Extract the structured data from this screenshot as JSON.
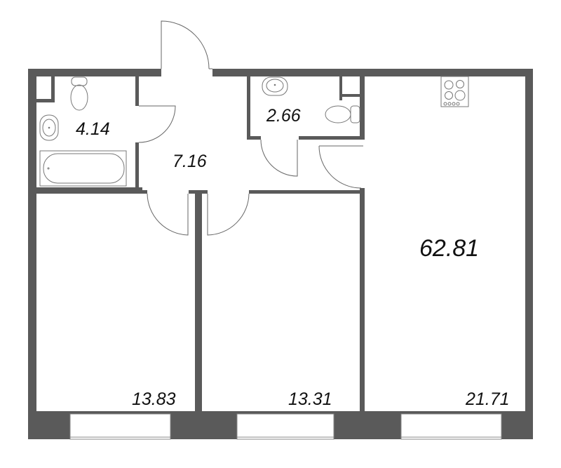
{
  "plan": {
    "total_area": "62.81",
    "rooms": [
      {
        "id": "bathroom",
        "area": "4.14"
      },
      {
        "id": "hallway",
        "area": "7.16"
      },
      {
        "id": "toilet",
        "area": "2.66"
      },
      {
        "id": "bedroom-left",
        "area": "13.83"
      },
      {
        "id": "bedroom-middle",
        "area": "13.31"
      },
      {
        "id": "kitchen-living",
        "area": "21.71"
      }
    ],
    "colors": {
      "wall": "#5a5a5a",
      "fixture_line": "#777777",
      "background": "#ffffff",
      "text": "#111111"
    }
  }
}
